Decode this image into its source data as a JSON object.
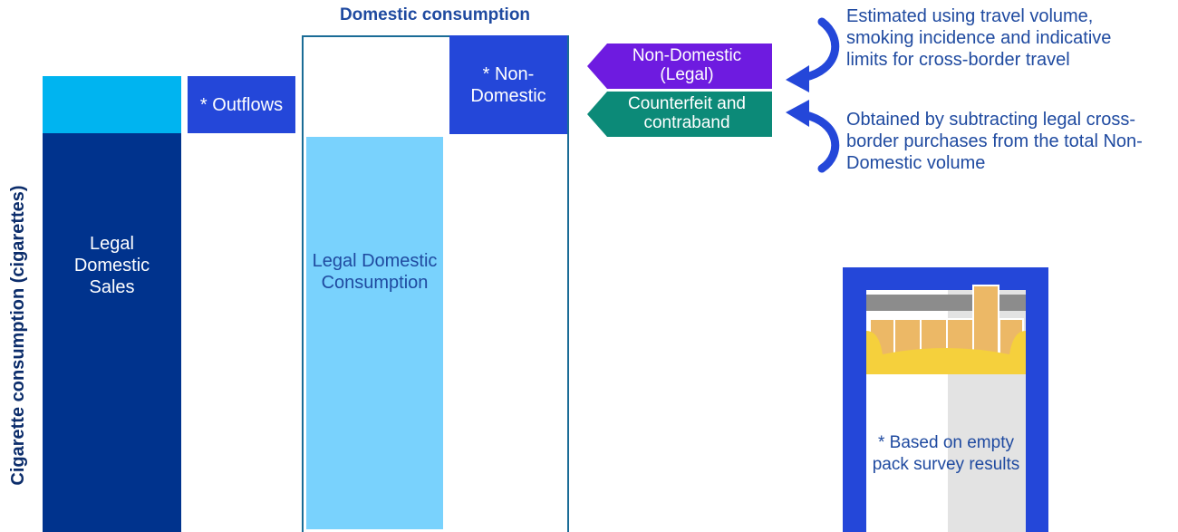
{
  "diagram": {
    "y_axis_label": "Cigarette consumption (cigarettes)",
    "domestic_title": "Domestic consumption",
    "bars": {
      "legal_domestic_sales": "Legal Domestic Sales",
      "outflows": "* Outflows",
      "legal_domestic_consumption": "Legal Domestic Consumption",
      "non_domestic": "* Non-Domestic"
    },
    "tags": {
      "non_domestic_legal": "Non-Domestic (Legal)",
      "counterfeit": "Counterfeit and contraband"
    },
    "notes": {
      "legal_note": "Estimated using travel volume, smoking incidence and indicative limits for cross-border travel",
      "counterfeit_note": "Obtained by subtracting legal cross-border purchases from the total Non-Domestic volume"
    },
    "pack_note": "* Based on empty pack survey results"
  },
  "colors": {
    "dark_blue": "#00338d",
    "sky_blue": "#00b4f0",
    "light_blue": "#79d2fd",
    "royal_blue": "#2447d9",
    "frame_teal": "#1a6c96",
    "purple": "#6e1be0",
    "teal_green": "#0c8a78"
  },
  "icons": [
    "curved-arrow-icon",
    "cigarette-pack-icon"
  ]
}
